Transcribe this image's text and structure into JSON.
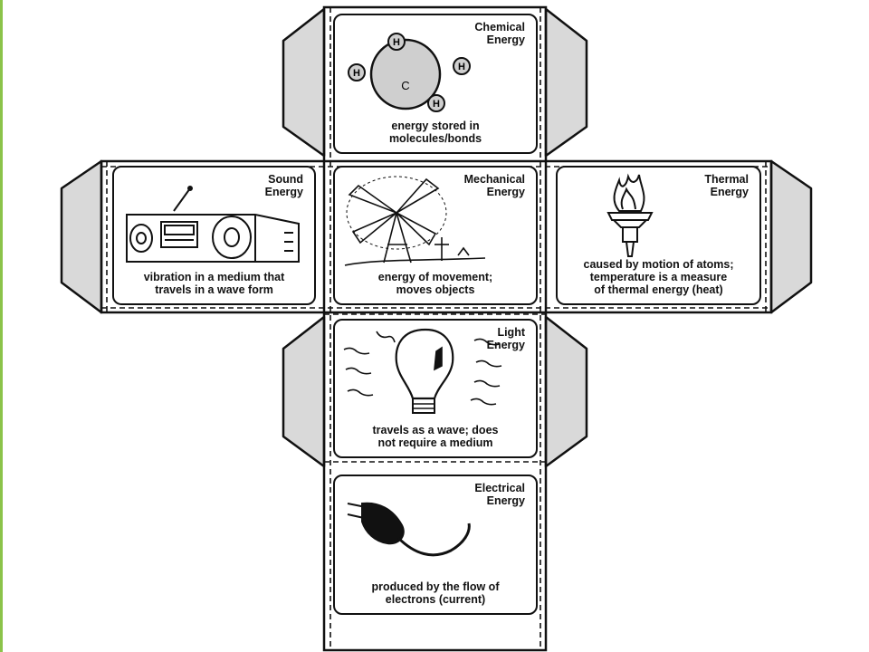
{
  "colors": {
    "accent": "#8bc34a",
    "ink": "#111111",
    "tab_fill": "#d9d9d9",
    "atom_fill": "#cfcfcf"
  },
  "panels": {
    "chemical": {
      "title": [
        "Chemical",
        "Energy"
      ],
      "description": [
        "energy stored in",
        "molecules/bonds"
      ],
      "icon": "molecule-icon",
      "atom_labels": {
        "center": "C",
        "h1": "H",
        "h2": "H",
        "h3": "H",
        "h4": "H"
      }
    },
    "sound": {
      "title": [
        "Sound",
        "Energy"
      ],
      "description": [
        "vibration in a medium that",
        "travels in a wave form"
      ],
      "icon": "radio-icon"
    },
    "mechanical": {
      "title": [
        "Mechanical",
        "Energy"
      ],
      "description": [
        "energy of movement;",
        "moves objects"
      ],
      "icon": "windmill-icon"
    },
    "thermal": {
      "title": [
        "Thermal",
        "Energy"
      ],
      "description": [
        "caused by motion of atoms;",
        "temperature is a measure",
        "of thermal energy (heat)"
      ],
      "icon": "torch-icon"
    },
    "light": {
      "title": [
        "Light",
        "Energy"
      ],
      "description": [
        "travels as a wave; does",
        "not require a medium"
      ],
      "icon": "lightbulb-icon"
    },
    "electrical": {
      "title": [
        "Electrical",
        "Energy"
      ],
      "description": [
        "produced by the flow of",
        "electrons (current)"
      ],
      "icon": "plug-icon"
    }
  }
}
